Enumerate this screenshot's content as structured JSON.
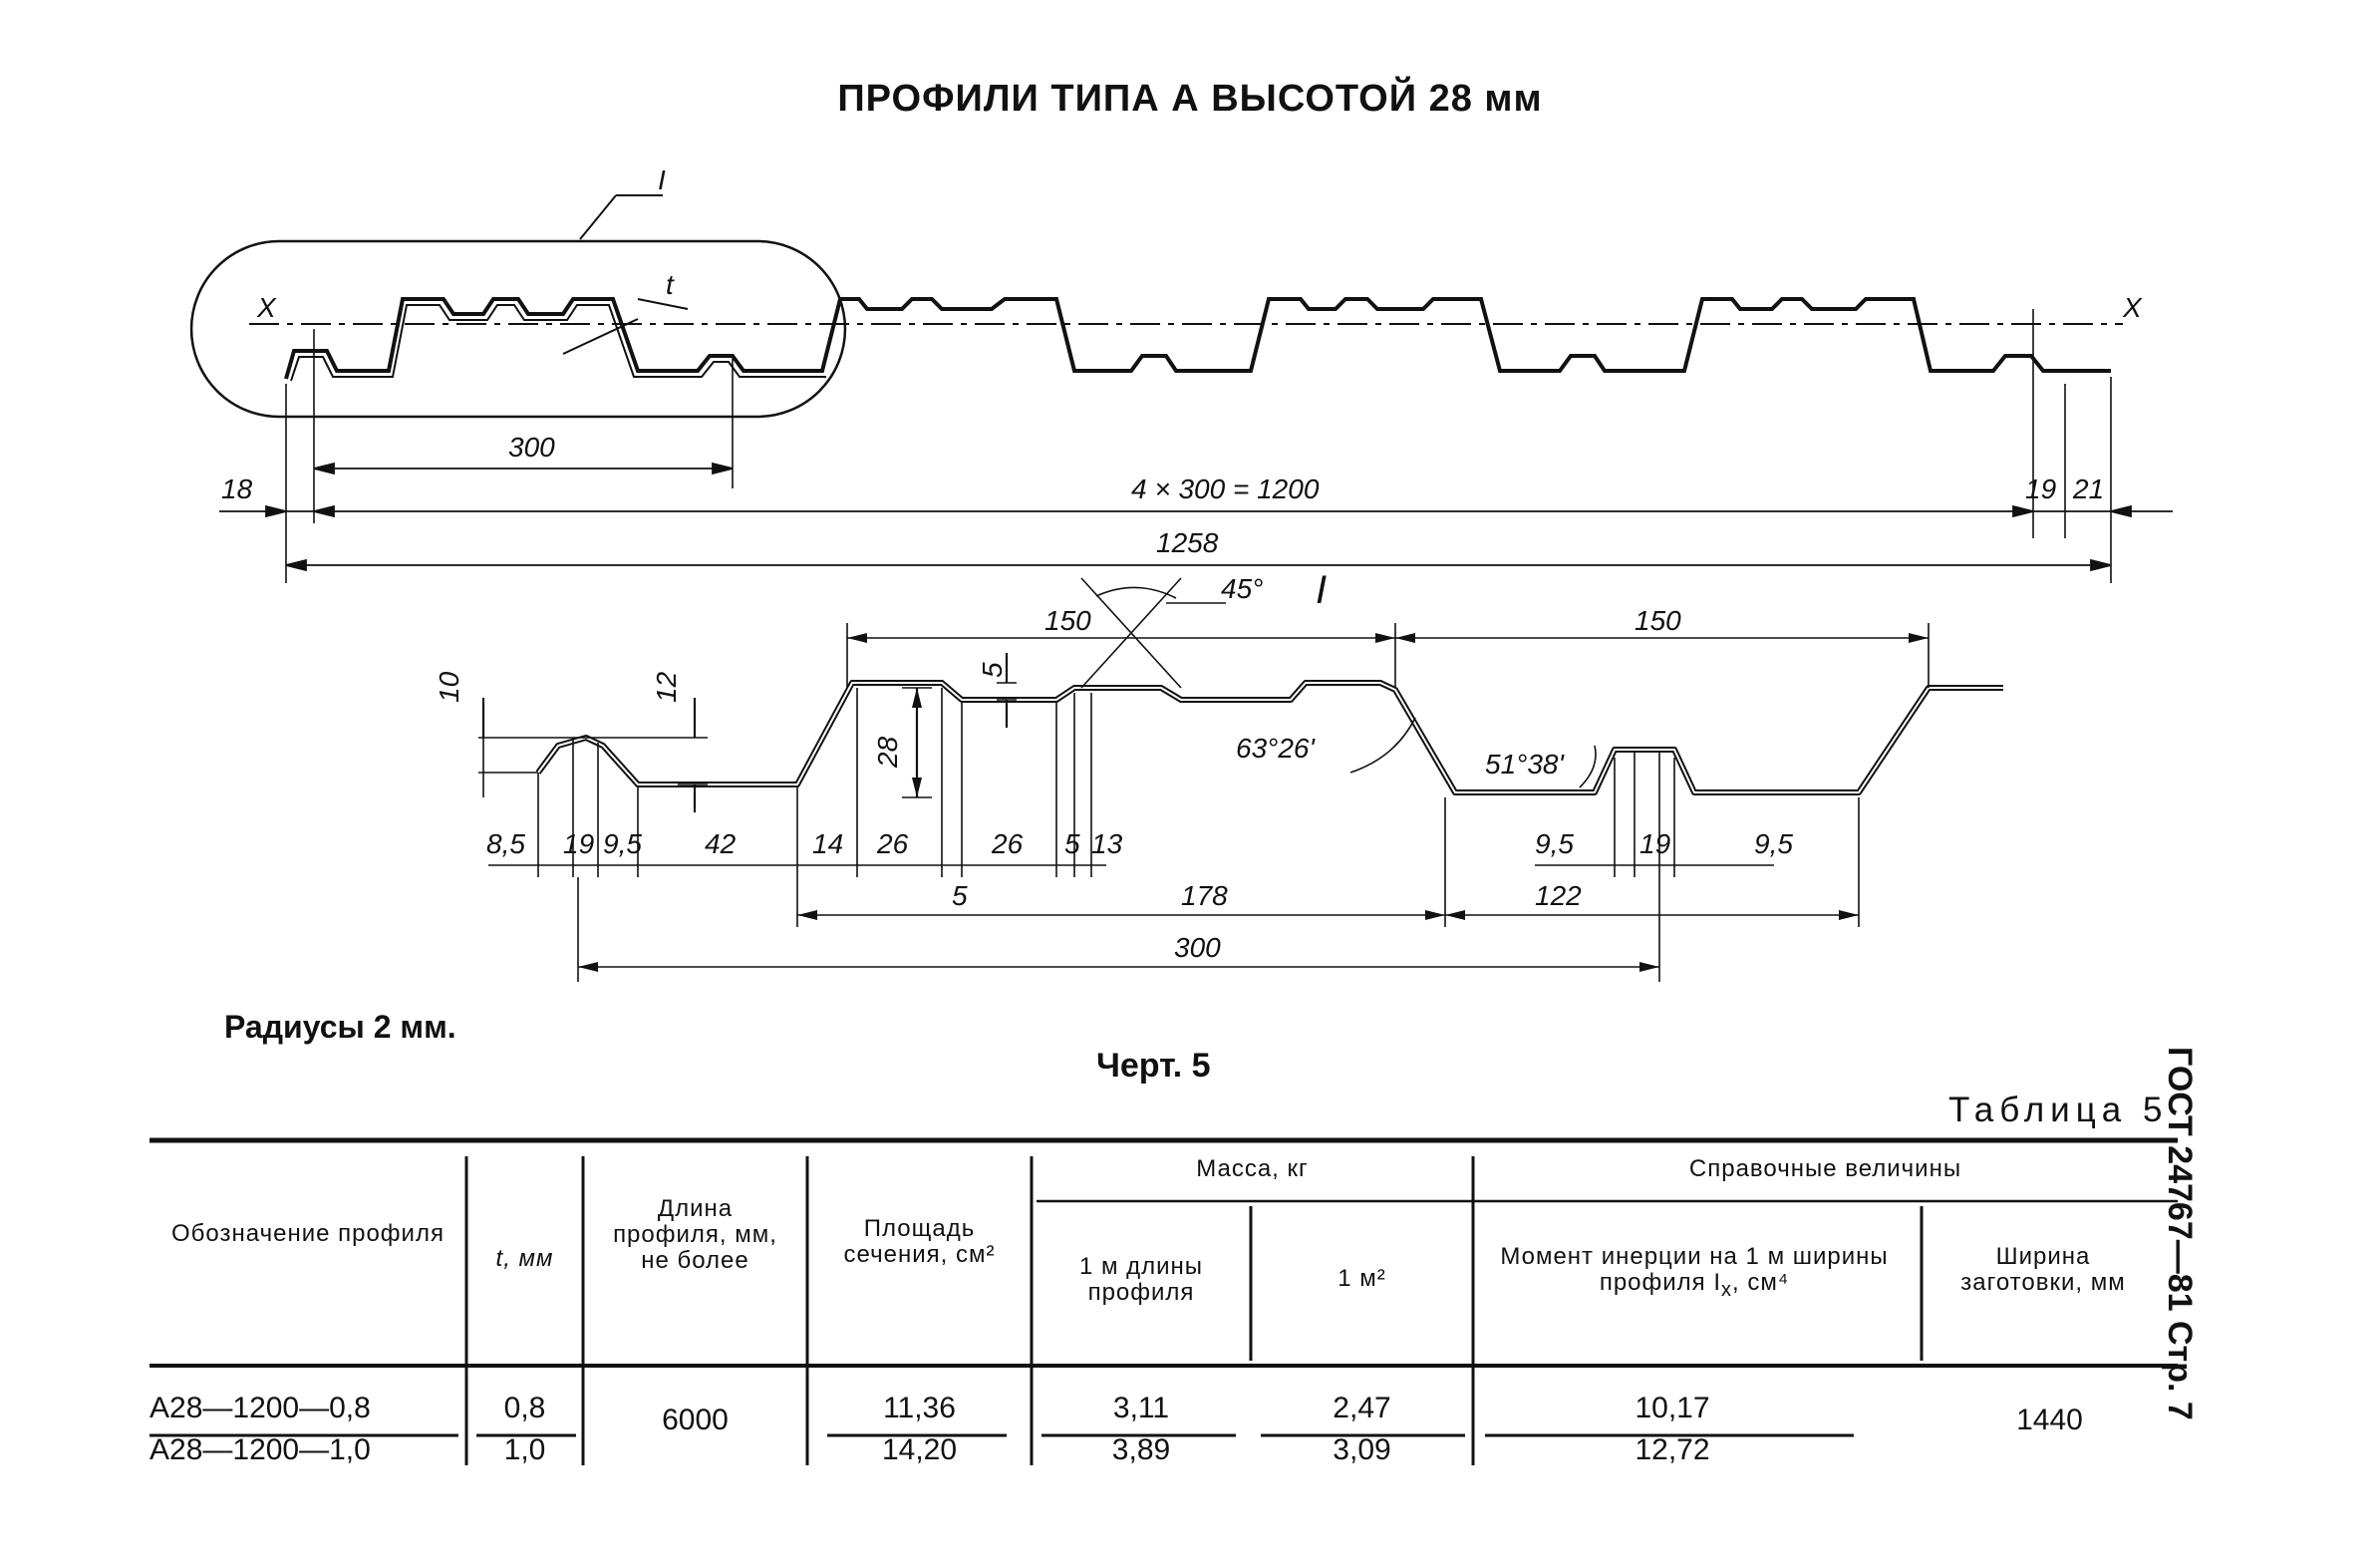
{
  "title": "ПРОФИЛИ ТИПА А ВЫСОТОЙ 28 мм",
  "drawing_top": {
    "callout": "I",
    "axis_label": "X",
    "thickness_label": "t",
    "dims": {
      "pitch": "300",
      "left_offset": "18",
      "span": "4 × 300 = 1200",
      "right_a": "19",
      "right_b": "21",
      "overall": "1258"
    }
  },
  "drawing_detail": {
    "view_label": "I",
    "angle_top": "45°",
    "angle_left": "63°26'",
    "angle_right": "51°38'",
    "dims": {
      "h10": "10",
      "h12": "12",
      "h5": "5",
      "h28": "28",
      "w150a": "150",
      "w150b": "150",
      "b8_5": "8,5",
      "b19a": "19",
      "b9_5a": "9,5",
      "b42": "42",
      "b14": "14",
      "b26a": "26",
      "b26b": "26",
      "b5a": "5",
      "b13": "13",
      "b5b": "5",
      "b178": "178",
      "b122": "122",
      "b300": "300",
      "r9_5a": "9,5",
      "r19": "19",
      "r9_5b": "9,5"
    }
  },
  "note_radius": "Радиусы 2 мм.",
  "figure_caption": "Черт. 5",
  "table_caption": "Таблица 5",
  "side_stamp": "ГОСТ 24767—81 Стр. 7",
  "table": {
    "headers": {
      "designation": "Обозначение профиля",
      "t": "t, мм",
      "length": "Длина профиля, мм, не более",
      "area": "Площадь сечения, см²",
      "mass": "Масса, кг",
      "mass_1m": "1 м длины профиля",
      "mass_1m2": "1 м²",
      "reference": "Справочные величины",
      "inertia": "Момент инерции на 1 м ширины профиля I",
      "inertia_sub": "x",
      "inertia_unit": ", см⁴",
      "blank_width": "Ширина заготовки, мм"
    },
    "rows": [
      {
        "designation": "А28—1200—0,8",
        "t": "0,8",
        "area": "11,36",
        "mass_1m": "3,11",
        "mass_1m2": "2,47",
        "inertia": "10,17"
      },
      {
        "designation": "А28—1200—1,0",
        "t": "1,0",
        "area": "14,20",
        "mass_1m": "3,89",
        "mass_1m2": "3,09",
        "inertia": "12,72"
      }
    ],
    "shared_length": "6000",
    "shared_blank_width": "1440"
  }
}
